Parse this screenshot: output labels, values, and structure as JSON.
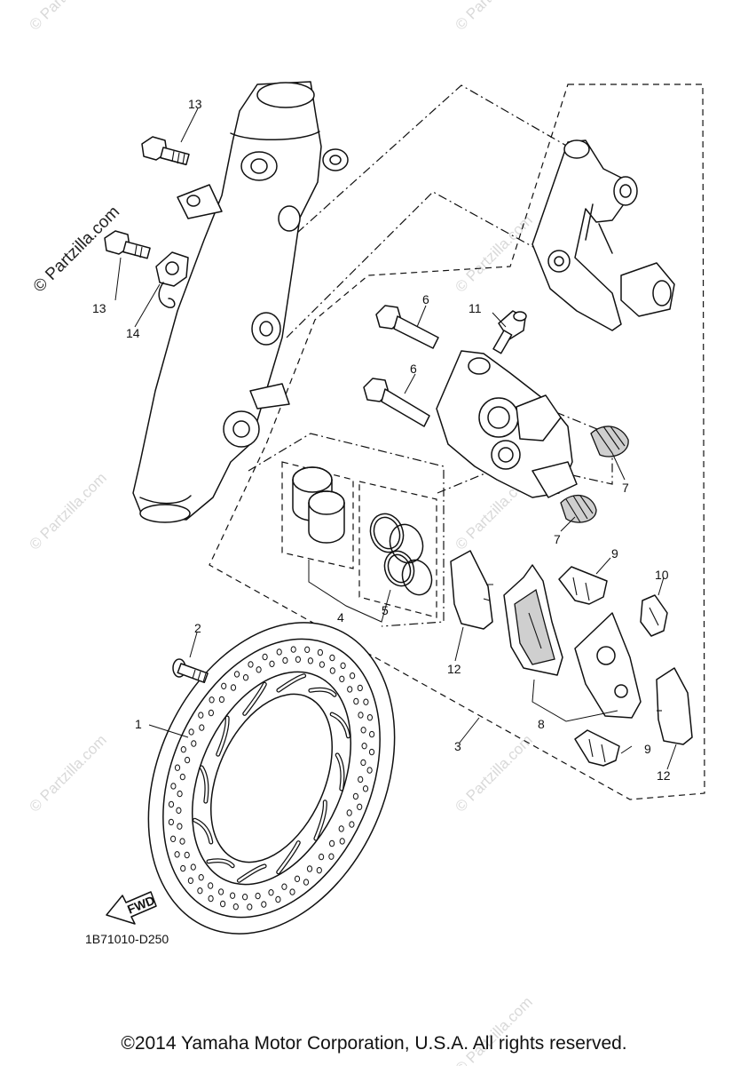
{
  "watermark": {
    "text": "© Partzilla.com",
    "color": "#d9d9d9"
  },
  "callouts": {
    "c1": "1",
    "c2": "2",
    "c3": "3",
    "c4": "4",
    "c5": "5",
    "c6a": "6",
    "c6b": "6",
    "c7a": "7",
    "c7b": "7",
    "c8": "8",
    "c9a": "9",
    "c9b": "9",
    "c10": "10",
    "c11": "11",
    "c12a": "12",
    "c12b": "12",
    "c13a": "13",
    "c13b": "13",
    "c14": "14"
  },
  "direction_arrow": "FWD",
  "diagram_code": "1B71010-D250",
  "copyright": "©2014 Yamaha Motor Corporation, U.S.A. All rights reserved."
}
